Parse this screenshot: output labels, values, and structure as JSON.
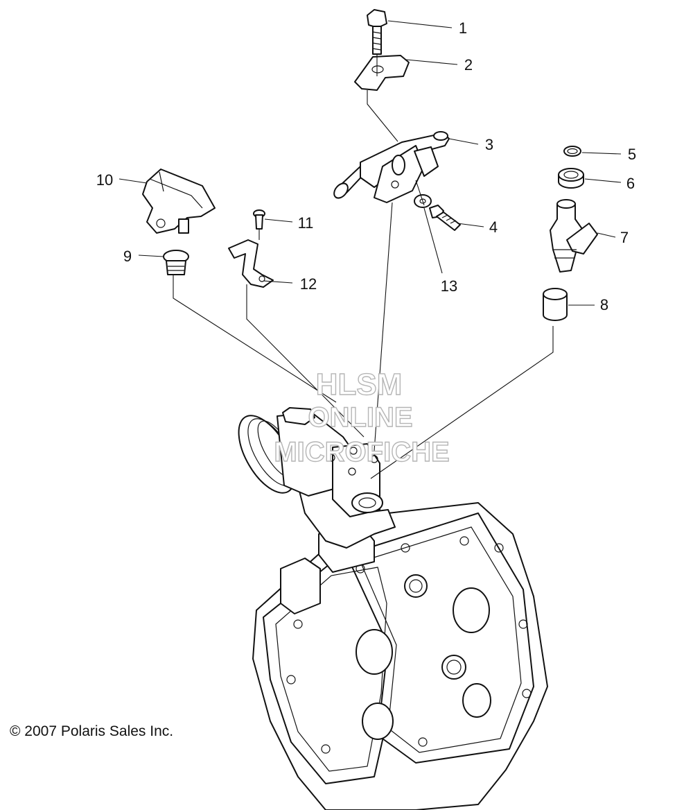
{
  "callouts": [
    "1",
    "2",
    "3",
    "4",
    "5",
    "6",
    "7",
    "8",
    "9",
    "10",
    "11",
    "12",
    "13"
  ],
  "watermark": {
    "line1": "HLSM",
    "line2": "ONLINE",
    "line3": "MICROFICHE"
  },
  "copyright": "© 2007 Polaris Sales Inc.",
  "colors": {
    "line": "#111111",
    "background": "#ffffff",
    "watermark": "#b5b5b5"
  }
}
